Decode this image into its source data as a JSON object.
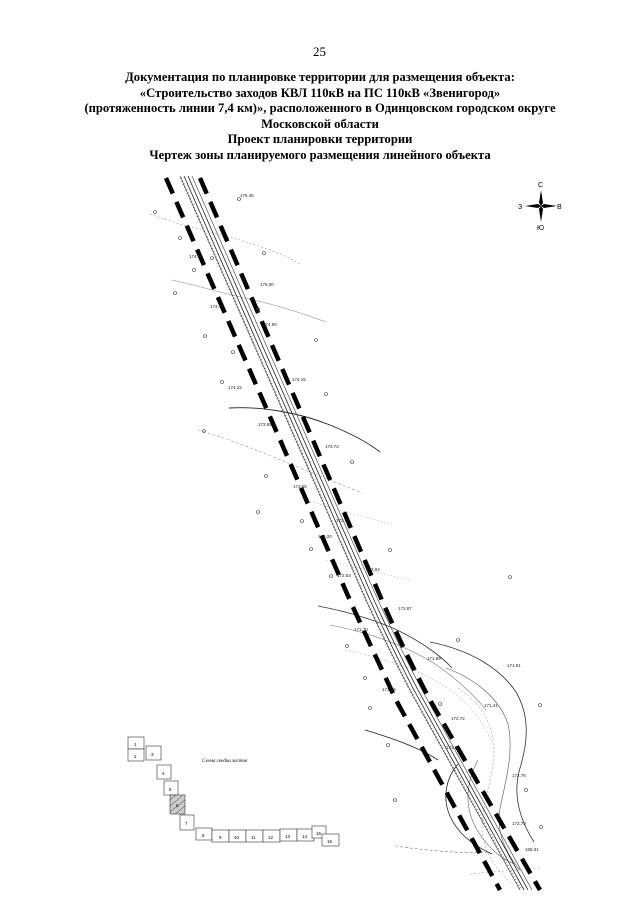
{
  "page_number": "25",
  "title": {
    "line1": "Документация по планировке территории для размещения объекта:",
    "line2": "«Строительство заходов КВЛ 110кВ на ПС 110кВ «Звенигород»",
    "line3": "(протяженность линии 7,4 км)», расположенного в Одинцовском городском округе",
    "line4": "Московской области",
    "line5": "Проект планировки территории",
    "line6": "Чертеж зоны планируемого размещения линейного объекта"
  },
  "compass": {
    "north": "С",
    "south": "Ю",
    "west": "З",
    "east": "В"
  },
  "elevation_labels": [
    "175.35",
    "174.80",
    "175.00",
    "174.47",
    "174.90",
    "174.22",
    "174.15",
    "173.89",
    "173.72",
    "173.55",
    "172.48",
    "173.20",
    "173.04",
    "172.53",
    "172.87",
    "171.70",
    "171.89",
    "171.96",
    "171.51",
    "172.72",
    "171.41",
    "173.20",
    "172.76",
    "172.79",
    "168.31"
  ],
  "key_map": {
    "caption": "Схема сводки листов",
    "sheets": [
      "1",
      "2",
      "3",
      "4",
      "5",
      "6",
      "7",
      "8",
      "9",
      "10",
      "11",
      "12",
      "13",
      "14",
      "15",
      "16"
    ]
  }
}
